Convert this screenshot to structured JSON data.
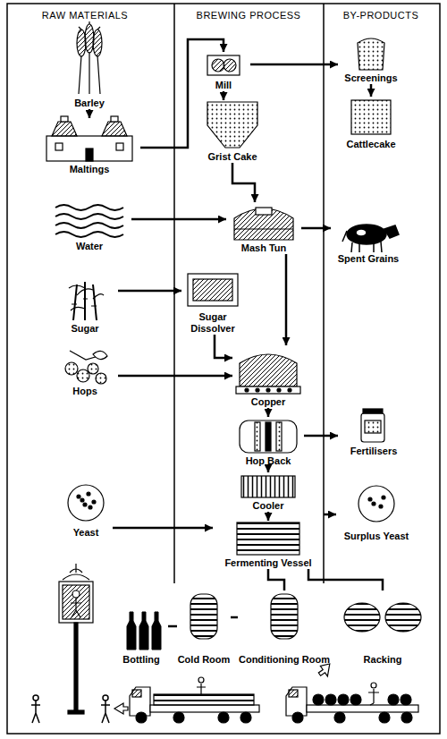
{
  "diagram": {
    "nodes": [
      {
        "text": [
          "Barley"
        ]
      },
      {
        "text": [
          "Maltings"
        ]
      },
      {
        "text": [
          "Water"
        ]
      },
      {
        "text": [
          "Sugar"
        ]
      },
      {
        "text": [
          "Hops"
        ]
      },
      {
        "text": [
          "Yeast"
        ]
      },
      {
        "text": [
          "Mill"
        ]
      },
      {
        "text": [
          "Grist Cake"
        ]
      },
      {
        "text": [
          "Mash Tun"
        ]
      },
      {
        "text": [
          "Sugar Dissolver"
        ]
      },
      {
        "text": [
          "Copper"
        ]
      },
      {
        "text": [
          "Hop Back"
        ]
      },
      {
        "text": [
          "Cooler"
        ]
      },
      {
        "text": [
          "Fermenting Vessel"
        ]
      },
      {
        "text": [
          "Screenings"
        ]
      },
      {
        "text": [
          "Cattlecake"
        ]
      },
      {
        "text": [
          "Spent Grains"
        ]
      },
      {
        "text": [
          "Fertilisers"
        ]
      },
      {
        "text": [
          "Surplus Yeast"
        ]
      },
      {
        "text": [
          "Bottling"
        ]
      },
      {
        "text": [
          "Cold Room"
        ]
      },
      {
        "text": [
          "Conditioning Room"
        ]
      },
      {
        "text": [
          "Racking"
        ]
      }
    ],
    "edges": [
      {
        "from": 0,
        "to": 1,
        "arrow": "to"
      },
      {
        "from": 1,
        "to": 6,
        "arrow": "to"
      },
      {
        "from": 6,
        "to": 7,
        "arrow": "to"
      },
      {
        "from": 6,
        "to": 14,
        "arrow": "to"
      },
      {
        "from": 14,
        "to": 15,
        "arrow": "to"
      },
      {
        "from": 7,
        "to": 8,
        "arrow": "to"
      },
      {
        "from": 2,
        "to": 8,
        "arrow": "to"
      },
      {
        "from": 8,
        "to": 16,
        "arrow": "to"
      },
      {
        "from": 8,
        "to": 10,
        "arrow": "to"
      },
      {
        "from": 3,
        "to": 9,
        "arrow": "to"
      },
      {
        "from": 9,
        "to": 10,
        "arrow": "to"
      },
      {
        "from": 4,
        "to": 10,
        "arrow": "to"
      },
      {
        "from": 10,
        "to": 11,
        "arrow": "to"
      },
      {
        "from": 11,
        "to": 17,
        "arrow": "to"
      },
      {
        "from": 11,
        "to": 12,
        "arrow": "to"
      },
      {
        "from": 12,
        "to": 13,
        "arrow": "to"
      },
      {
        "from": 5,
        "to": 13,
        "arrow": "to"
      },
      {
        "from": 13,
        "to": 18,
        "arrow": "to"
      },
      {
        "from": 13,
        "to": 21,
        "arrow": "none"
      },
      {
        "from": 13,
        "to": 22,
        "arrow": "none"
      },
      {
        "from": 21,
        "to": 20,
        "arrow": "none"
      },
      {
        "from": 20,
        "to": 19,
        "arrow": "none"
      }
    ],
    "labels": [
      "RAW MATERIALS",
      "BREWING PROCESS",
      "BY-PRODUCTS"
    ]
  }
}
